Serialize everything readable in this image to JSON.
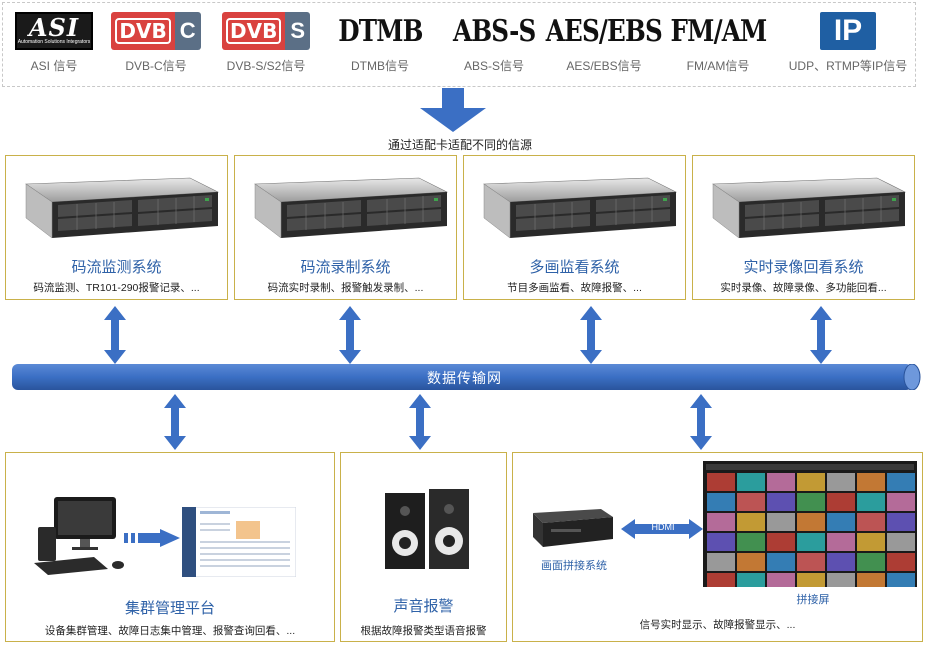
{
  "signals": [
    {
      "name": "asi-logo",
      "logo": "ASI",
      "logo_sub": "Automation Solutions Integrators",
      "caption": "ASI 信号"
    },
    {
      "name": "dvbc-logo",
      "logo_left": "DVB",
      "logo_right": "C",
      "caption": "DVB-C信号"
    },
    {
      "name": "dvbs-logo",
      "logo_left": "DVB",
      "logo_right": "S",
      "caption": "DVB-S/S2信号"
    },
    {
      "name": "dtmb-logo",
      "logo": "DTMB",
      "caption": "DTMB信号"
    },
    {
      "name": "abss-logo",
      "logo": "ABS-S",
      "caption": "ABS-S信号"
    },
    {
      "name": "aesebs-logo",
      "logo": "AES/EBS",
      "caption": "AES/EBS信号"
    },
    {
      "name": "fmam-logo",
      "logo": "FM/AM",
      "caption": "FM/AM信号"
    },
    {
      "name": "ip-logo",
      "logo": "IP",
      "caption": "UDP、RTMP等IP信号"
    }
  ],
  "source_label": "通过适配卡适配不同的信源",
  "systems": [
    {
      "title": "码流监测系统",
      "desc": "码流监测、TR101-290报警记录、..."
    },
    {
      "title": "码流录制系统",
      "desc": "码流实时录制、报警触发录制、..."
    },
    {
      "title": "多画监看系统",
      "desc": "节目多画监看、故障报警、..."
    },
    {
      "title": "实时录像回看系统",
      "desc": "实时录像、故障录像、多功能回看..."
    }
  ],
  "network_label": "数据传输网",
  "cluster": {
    "title": "集群管理平台",
    "desc": "设备集群管理、故障日志集中管理、报警查询回看、..."
  },
  "audio": {
    "title": "声音报警",
    "desc": "根据故障报警类型语音报警"
  },
  "display": {
    "splice_label": "画面拼接系统",
    "hdmi_label": "HDMI",
    "screen_label": "拼接屏",
    "desc": "信号实时显示、故障报警显示、..."
  },
  "colors": {
    "accent": "#2f62a8",
    "box_border": "#c9b14a",
    "network": "#3b6fc4"
  }
}
